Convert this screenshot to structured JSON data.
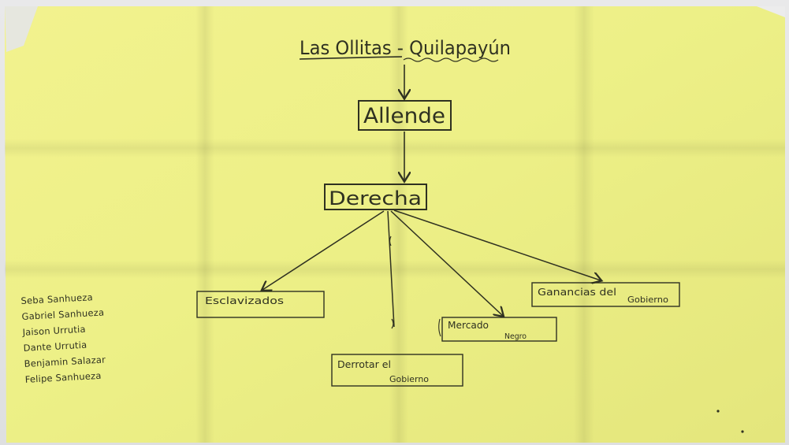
{
  "poster": {
    "title": "Las Ollitas - Quilapayún",
    "center_node": "Allende",
    "second_node": "Derecha",
    "branches": {
      "esclavizados": "Esclavizados",
      "derrotar_1": "Derrotar el",
      "derrotar_2": "Gobierno",
      "mercado_1": "Mercado",
      "mercado_2": "Negro",
      "ganancias_1": "Ganancias del",
      "ganancias_2": "Gobierno"
    },
    "authors": [
      "Seba Sanhueza",
      "Gabriel Sanhueza",
      "Jaison Urrutia",
      "Dante Urrutia",
      "Benjamin Salazar",
      "Felipe Sanhueza"
    ]
  },
  "colors": {
    "paper": "#eef08a",
    "ink": "#2f3121",
    "background": "#e6e6e7"
  }
}
